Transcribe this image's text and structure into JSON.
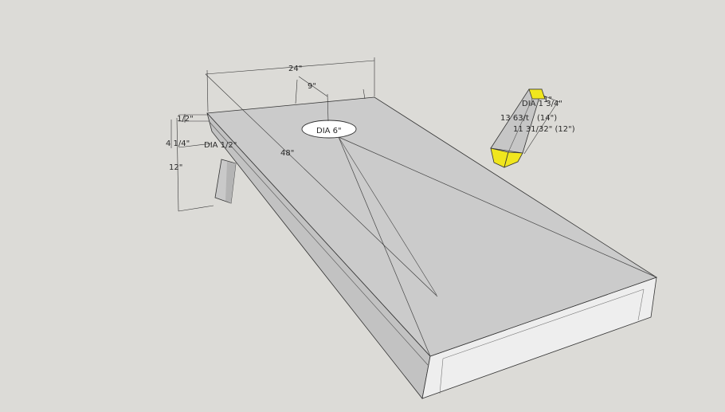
{
  "dimensions": {
    "width": "24\"",
    "hole_offset": "9\"",
    "length": "48\"",
    "hole_dia": "DIA 6\"",
    "top_thickness": "1/2\"",
    "frame_height": "4 1/4\"",
    "bolt_dia": "DIA 1/2\"",
    "leg_height": "12\""
  },
  "leg_part": {
    "dia": "DIA 1 3/4\"",
    "top_dim": "1\"",
    "len_1": "13 63/t",
    "len_1_paren": "(14\")",
    "len_2": "11 31/32\" (12\")"
  },
  "colors": {
    "background": "#dcdbd7",
    "board_top": "#cbcbcb",
    "board_side": "#c2c2c2",
    "board_end": "#eeeeee",
    "highlight": "#f0e61e"
  }
}
